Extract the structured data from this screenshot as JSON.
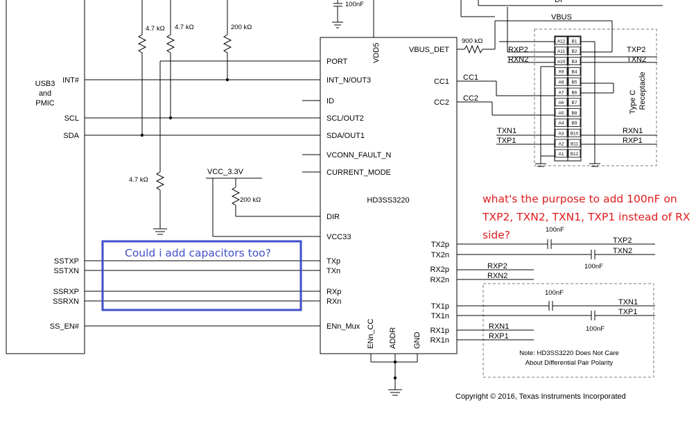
{
  "mcu": {
    "label": [
      "USB3",
      "and",
      "PMIC"
    ],
    "pins": [
      "INT#",
      "SCL",
      "SDA",
      "SSTXP",
      "SSTXN",
      "SSRXP",
      "SSRXN",
      "SS_EN#"
    ]
  },
  "resistors": {
    "r_4k7": "4.7 kΩ",
    "r_200k": "200 kΩ",
    "r_900k": "900 kΩ"
  },
  "supply": {
    "vcc": "VCC_3.3V",
    "vbus": "VBUS"
  },
  "cap_label": "100nF",
  "ic": {
    "name": "HD3SS3220",
    "left_pins": [
      "PORT",
      "INT_N/OUT3",
      "ID",
      "SCL/OUT2",
      "SDA/OUT1",
      "VCONN_FAULT_N",
      "CURRENT_MODE",
      "DIR",
      "VCC33",
      "TXp",
      "TXn",
      "RXp",
      "RXn",
      "ENn_Mux"
    ],
    "right_pins": [
      "VBUS_DET",
      "CC1",
      "CC2",
      "TX2p",
      "TX2n",
      "RX2p",
      "RX2n",
      "TX1p",
      "TX1n",
      "RX1p",
      "RX1n"
    ],
    "top_pin": "VDD5",
    "bottom_pins": [
      "ENn_CC",
      "ADDR",
      "GND"
    ]
  },
  "nets": {
    "cc1": "CC1",
    "cc2": "CC2",
    "rxp2": "RXP2",
    "rxn2": "RXN2",
    "txp2": "TXP2",
    "txn2": "TXN2",
    "txn1": "TXN1",
    "txp1": "TXP1",
    "rxn1": "RXN1",
    "rxp1": "RXP1"
  },
  "connector": {
    "a_pins": [
      "A12",
      "A11",
      "A10",
      "A9",
      "A8",
      "A7",
      "A6",
      "A5",
      "A4",
      "A3",
      "A2",
      "A1"
    ],
    "b_pins": [
      "B1",
      "B2",
      "B3",
      "B4",
      "B5",
      "B6",
      "B7",
      "B8",
      "B9",
      "B10",
      "B11",
      "B12"
    ],
    "label": [
      "Type C",
      "Receptacle"
    ],
    "top_label": "DP"
  },
  "note": [
    "Note: HD3SS3220 Does Not Care",
    "About Differential Pair Polarity"
  ],
  "copyright": "Copyright © 2016, Texas Instruments Incorporated",
  "annotations": {
    "question_blue": "Could i add capacitors too?",
    "question_red": [
      "what's the purpose to add 100nF on",
      "TXP2, TXN2, TXN1, TXP1 instead of RX",
      "side?"
    ]
  },
  "colors": {
    "blue": "#3f4fc9",
    "red": "#e01b1b",
    "dash": "#777777"
  }
}
